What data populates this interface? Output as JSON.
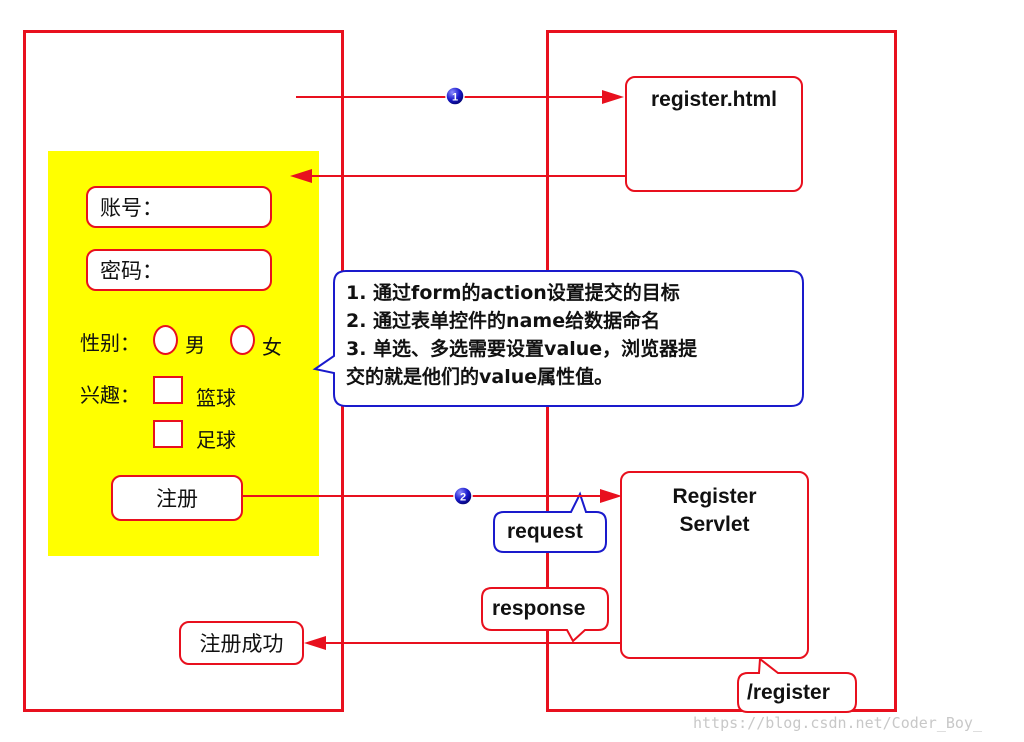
{
  "page": {
    "register_html": "register.html",
    "servlet_line1": "Register",
    "servlet_line2": "Servlet",
    "servlet_path": "/register",
    "request": "request",
    "response": "response",
    "step1": "1",
    "step2": "2",
    "watermark": "https://blog.csdn.net/Coder_Boy_"
  },
  "form": {
    "account_label": "账号：",
    "password_label": "密码：",
    "gender_label": "性别：",
    "male": "男",
    "female": "女",
    "hobby_label": "兴趣：",
    "basketball": "篮球",
    "football": "足球",
    "submit": "注册",
    "success": "注册成功"
  },
  "note": {
    "line1": "1. 通过form的action设置提交的目标",
    "line2": "2. 通过表单控件的name给数据命名",
    "line3": "3. 单选、多选需要设置value，浏览器提",
    "line4": "交的就是他们的value属性值。"
  },
  "colors": {
    "red": "#e8101e",
    "blue": "#1a1acc",
    "yellow": "#ffff00"
  }
}
